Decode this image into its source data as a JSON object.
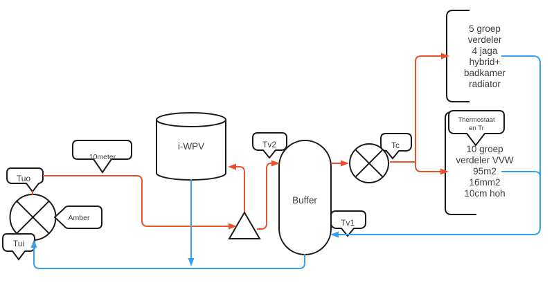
{
  "diagram": {
    "title": "heating-system-schematic",
    "colors": {
      "supply_line": "#e8502e",
      "return_line": "#36a0ee",
      "shape_stroke": "#1a1a1a",
      "label_text": "#3c3c3c",
      "background": "#ffffff"
    },
    "nodes": {
      "tuo": {
        "label": "Tuo"
      },
      "tui": {
        "label": "Tui"
      },
      "amber": {
        "label": "Amber"
      },
      "pipe_length": {
        "label": "10meter"
      },
      "iwpv": {
        "label": "i-WPV"
      },
      "tv2": {
        "label": "Tv2"
      },
      "buffer": {
        "label": "Buffer"
      },
      "tv1": {
        "label": "Tv1"
      },
      "tc": {
        "label": "Tc"
      },
      "thermostaat": {
        "line1": "Thermostaat",
        "line2": "en Tr"
      },
      "group5": {
        "lines": [
          "5 groep",
          "verdeler",
          "4 jaga",
          "hybrid+",
          "badkamer",
          "radiator"
        ]
      },
      "group10": {
        "lines": [
          "10 groep",
          "verdeler VVW",
          "95m2",
          "16mm2",
          "10cm hoh"
        ]
      }
    }
  }
}
